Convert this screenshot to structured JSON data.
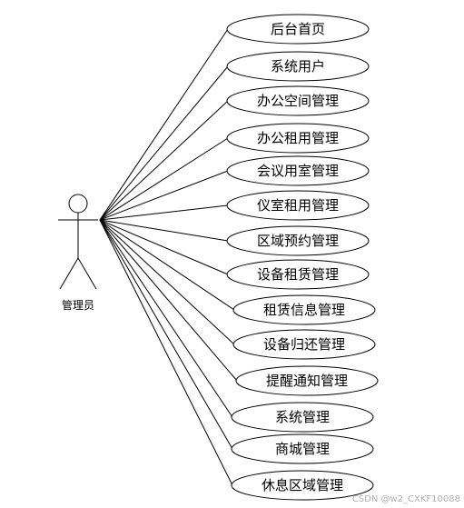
{
  "actor": {
    "label": "管理员"
  },
  "use_cases": [
    "后台首页",
    "系统用户",
    "办公空间管理",
    "办公租用管理",
    "会议用室管理",
    "仪室租用管理",
    "区域预约管理",
    "设备租赁管理",
    "租赁信息管理",
    "设备归还管理",
    "提醒通知管理",
    "系统管理",
    "商城管理",
    "休息区域管理"
  ],
  "watermark": "CSDN @w2_CXKF10088"
}
